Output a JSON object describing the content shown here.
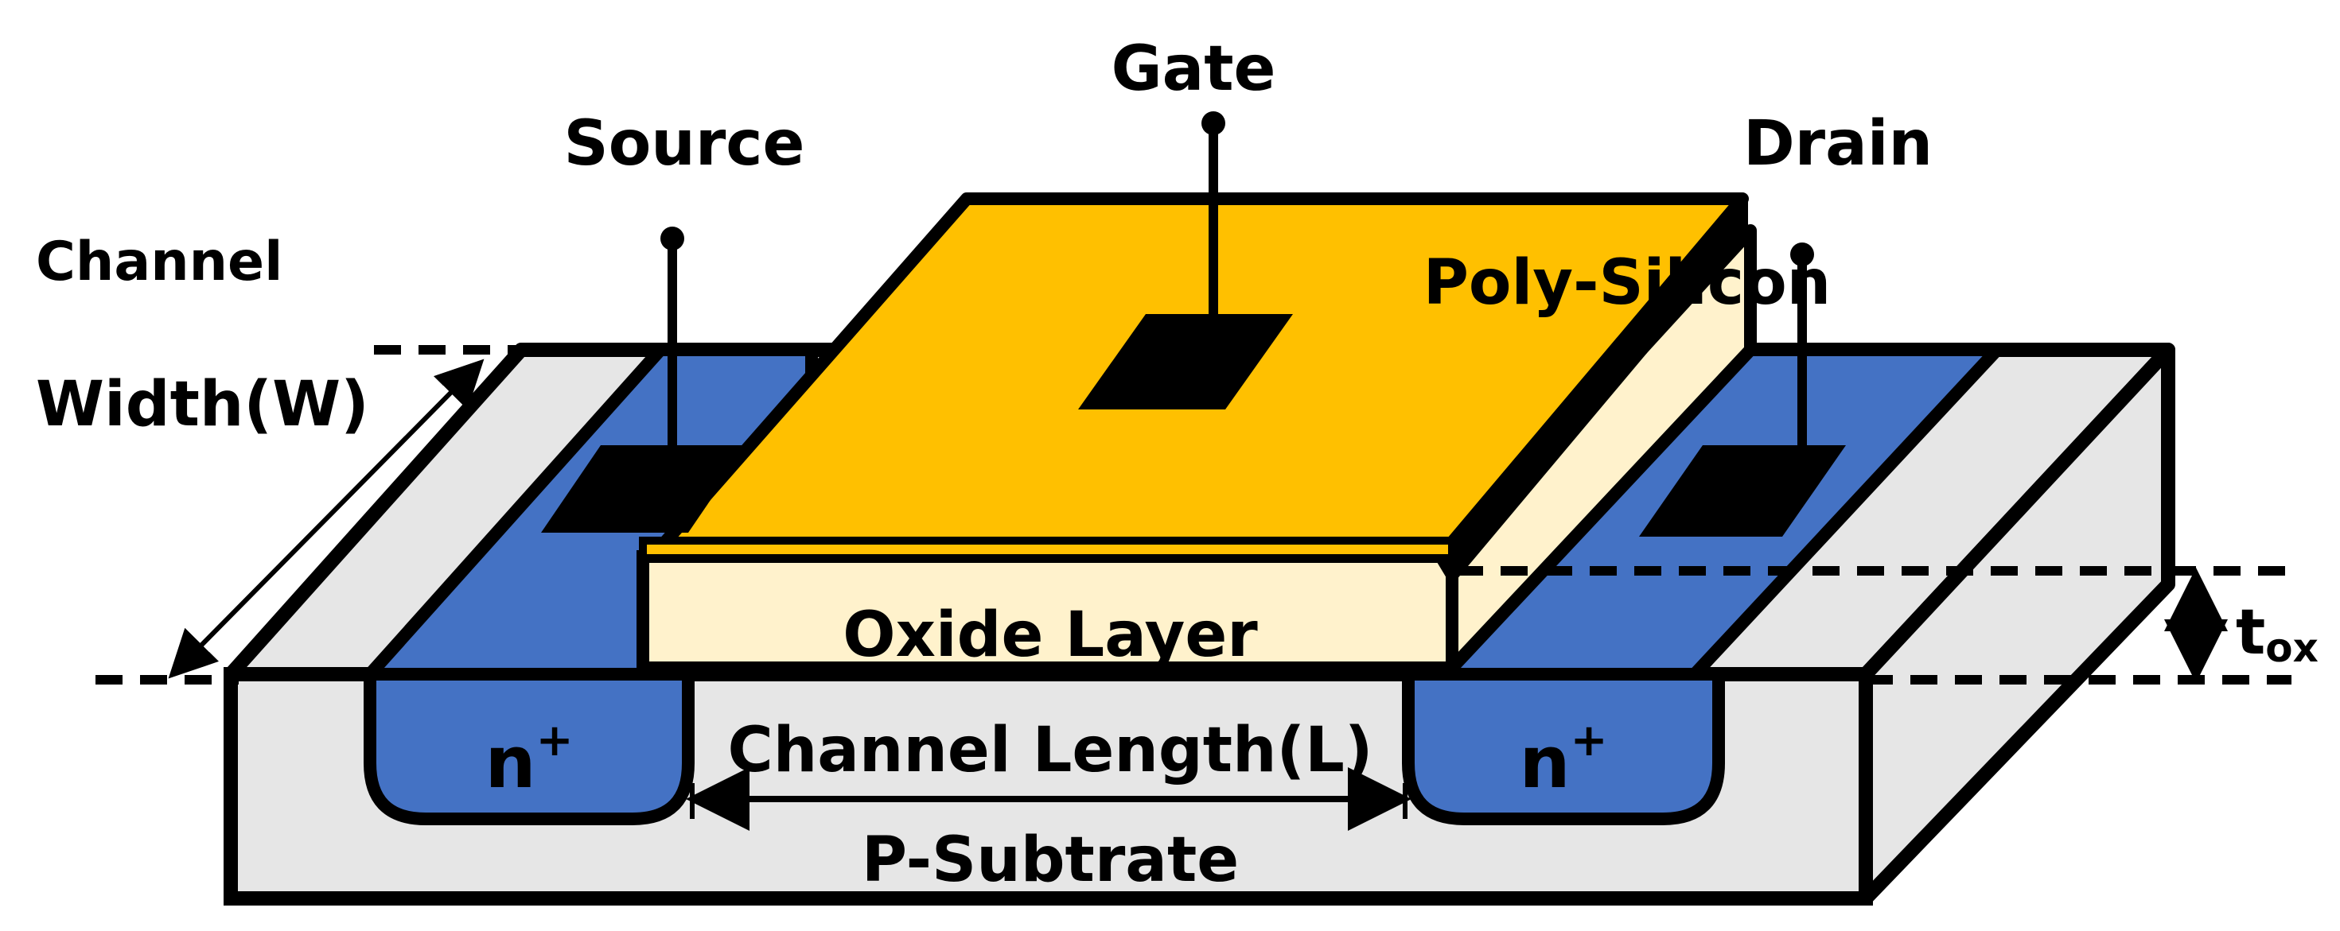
{
  "labels": {
    "gate": "Gate",
    "source": "Source",
    "drain": "Drain",
    "channel_width_line1": "Channel",
    "channel_width_line2": "Width(W)",
    "poly_silicon": "Poly-Silicon",
    "oxide_layer": "Oxide Layer",
    "n_plus_left": "n",
    "n_plus_left_sup": "+",
    "n_plus_right": "n",
    "n_plus_right_sup": "+",
    "channel_length": "Channel Length(L)",
    "substrate": "P-Subtrate",
    "tox_main": "t",
    "tox_sub": "ox"
  },
  "colors": {
    "outline": "#000000",
    "substrate_gray": "#e6e6e6",
    "n_plus_blue": "#4472c4",
    "poly_gold": "#ffc000",
    "oxide_cream": "#fff2cc",
    "contact_black": "#000000"
  }
}
